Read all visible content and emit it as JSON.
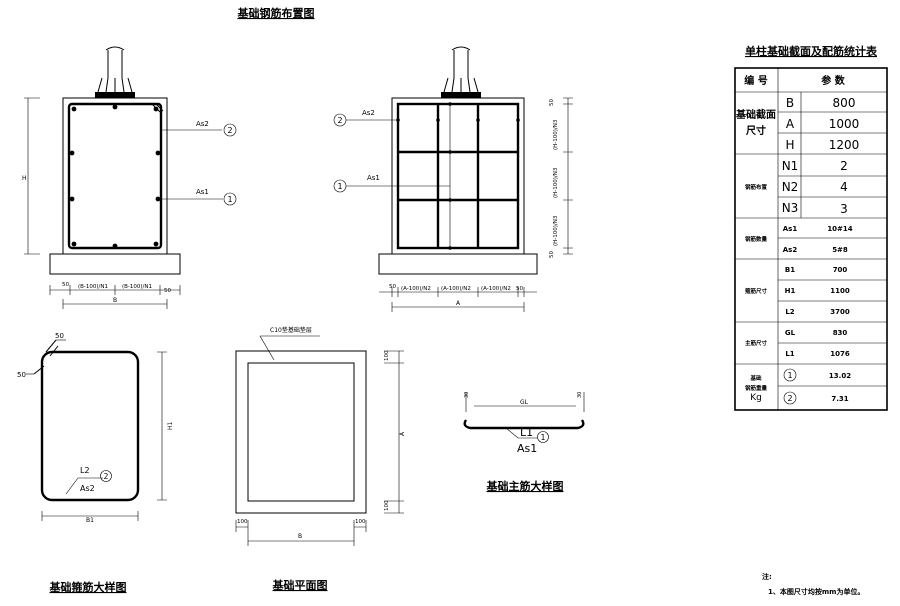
{
  "titles": {
    "layout": "基础钢筋布置图",
    "table": "单柱基础截面及配筋统计表",
    "stirrup": "基础箍筋大样图",
    "plan": "基础平面图",
    "main_bar": "基础主筋大样图"
  },
  "labels": {
    "H": "H",
    "B": "B",
    "A": "A",
    "As1": "As1",
    "As2": "As2",
    "B1": "B1",
    "H1": "H1",
    "L1": "L1",
    "L2": "L2",
    "GL": "GL",
    "c1": "1",
    "c2": "2",
    "d50": "50",
    "d30": "30",
    "d100": "100",
    "b_n1": "(B-100)/N1",
    "a_n2": "(A-100)/N2",
    "h_n3": "(H-100)/N3",
    "c10": "C10垫基础垫层"
  },
  "table": {
    "header_col1": "编 号",
    "header_col2": "参 数",
    "section_label_1": "基础截面",
    "section_label_2": "尺寸",
    "rebar_layout": "钢筋布置",
    "rebar_count": "钢筋数量",
    "stirrup_size": "箍筋尺寸",
    "main_size": "主筋尺寸",
    "weight_1": "基础",
    "weight_2": "钢筋重量",
    "weight_3": "Kg",
    "rows": [
      {
        "key": "B",
        "value": "800"
      },
      {
        "key": "A",
        "value": "1000"
      },
      {
        "key": "H",
        "value": "1200"
      },
      {
        "key": "N1",
        "value": "2"
      },
      {
        "key": "N2",
        "value": "4"
      },
      {
        "key": "N3",
        "value": "3"
      },
      {
        "key": "As1",
        "value": "10#14"
      },
      {
        "key": "As2",
        "value": "5#8"
      },
      {
        "key": "B1",
        "value": "700"
      },
      {
        "key": "H1",
        "value": "1100"
      },
      {
        "key": "L2",
        "value": "3700"
      },
      {
        "key": "GL",
        "value": "830"
      },
      {
        "key": "L1",
        "value": "1076"
      },
      {
        "key": "1",
        "value": "13.02"
      },
      {
        "key": "2",
        "value": "7.31"
      }
    ]
  },
  "notes": {
    "heading": "注:",
    "line1": "1、本图尺寸均按mm为单位。"
  }
}
